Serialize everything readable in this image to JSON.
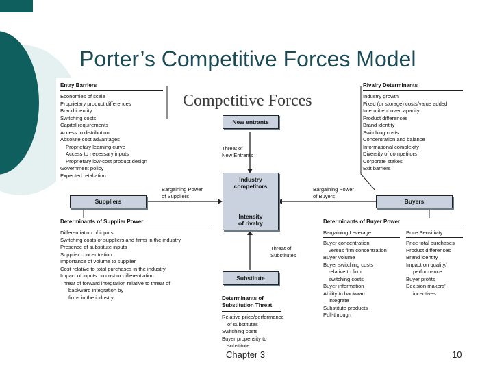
{
  "slide": {
    "title": "Porter’s Competitive Forces Model",
    "footer_chapter": "Chapter 3",
    "footer_page": "10"
  },
  "figure": {
    "title": "Competitive Forces",
    "entry_barriers": {
      "heading": "Entry Barriers",
      "items": [
        "Economies of scale",
        "Proprietary product differences",
        "Brand identity",
        "Switching costs",
        "Capital requirements",
        "Access to distribution",
        "Absolute cost advantages",
        "Proprietary learning curve",
        "Access to necessary inputs",
        "Proprietary low-cost product design",
        "Government policy",
        "Expected retaliation"
      ]
    },
    "rivalry_determinants": {
      "heading": "Rivalry Determinants",
      "items": [
        "Industry growth",
        "Fixed (or storage) costs/value added",
        "Intermittent overcapacity",
        "Product differences",
        "Brand identity",
        "Switching costs",
        "Concentration and balance",
        "Informational complexity",
        "Diversity of competitors",
        "Corporate stakes",
        "Exit barriers"
      ]
    },
    "boxes": {
      "new_entrants": "New entrants",
      "suppliers": "Suppliers",
      "buyers": "Buyers",
      "substitute": "Substitute",
      "industry_line1": "Industry",
      "industry_line2": "competitors",
      "intensity_line1": "Intensity",
      "intensity_line2": "of rivalry"
    },
    "arrows": {
      "threat_new_line1": "Threat of",
      "threat_new_line2": "New Entrants",
      "supplier_power_line1": "Bargaining Power",
      "supplier_power_line2": "of Suppliers",
      "buyer_power_line1": "Bargaining Power",
      "buyer_power_line2": "of Buyers",
      "threat_sub_line1": "Threat of",
      "threat_sub_line2": "Substitutes"
    },
    "supplier_power": {
      "heading": "Determinants of Supplier Power",
      "items": [
        "Differentiation of inputs",
        "Switching costs of suppliers and firms in the industry",
        "Presence of substitute inputs",
        "Supplier concentration",
        "Importance of volume to supplier",
        "Cost relative to total purchases in the industry",
        "Impact of inputs on cost or differentiation",
        "Threat of forward integration relative to threat of",
        "backward integration by",
        "firms in the industry"
      ]
    },
    "substitution_threat": {
      "heading_line1": "Determinants of",
      "heading_line2": "Substitution Threat",
      "items": [
        "Relative price/performance",
        "of substitutes",
        "Switching costs",
        "Buyer propensity to",
        "substitute"
      ]
    },
    "buyer_power": {
      "heading": "Determinants of Buyer Power",
      "leverage_heading": "Bargaining Leverage",
      "leverage_items": [
        "Buyer concentration",
        "versus firm concentration",
        "Buyer volume",
        "Buyer switching costs",
        "relative to firm",
        "switching costs",
        "Buyer information",
        "Ability to backward",
        "integrate",
        "Substitute products",
        "Pull-through"
      ],
      "price_heading": "Price Sensitivity",
      "price_items": [
        "Price total purchases",
        "Product differences",
        "Brand identity",
        "Impact on quality/",
        "performance",
        "Buyer profits",
        "Decision makers'",
        "incentives"
      ]
    }
  }
}
